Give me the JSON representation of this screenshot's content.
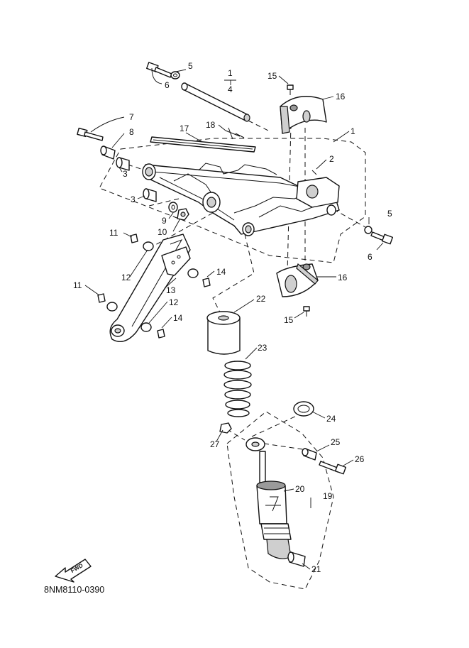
{
  "diagram_code": "8NM8110-0390",
  "fwd_label": "FWD",
  "callouts": [
    "1",
    "4",
    "5",
    "6",
    "15",
    "16",
    "7",
    "8",
    "17",
    "18",
    "1",
    "2",
    "3",
    "3",
    "9",
    "10",
    "11",
    "5",
    "6",
    "12",
    "13",
    "12",
    "14",
    "11",
    "14",
    "16",
    "15",
    "22",
    "23",
    "24",
    "27",
    "25",
    "26",
    "20",
    "19",
    "21"
  ]
}
